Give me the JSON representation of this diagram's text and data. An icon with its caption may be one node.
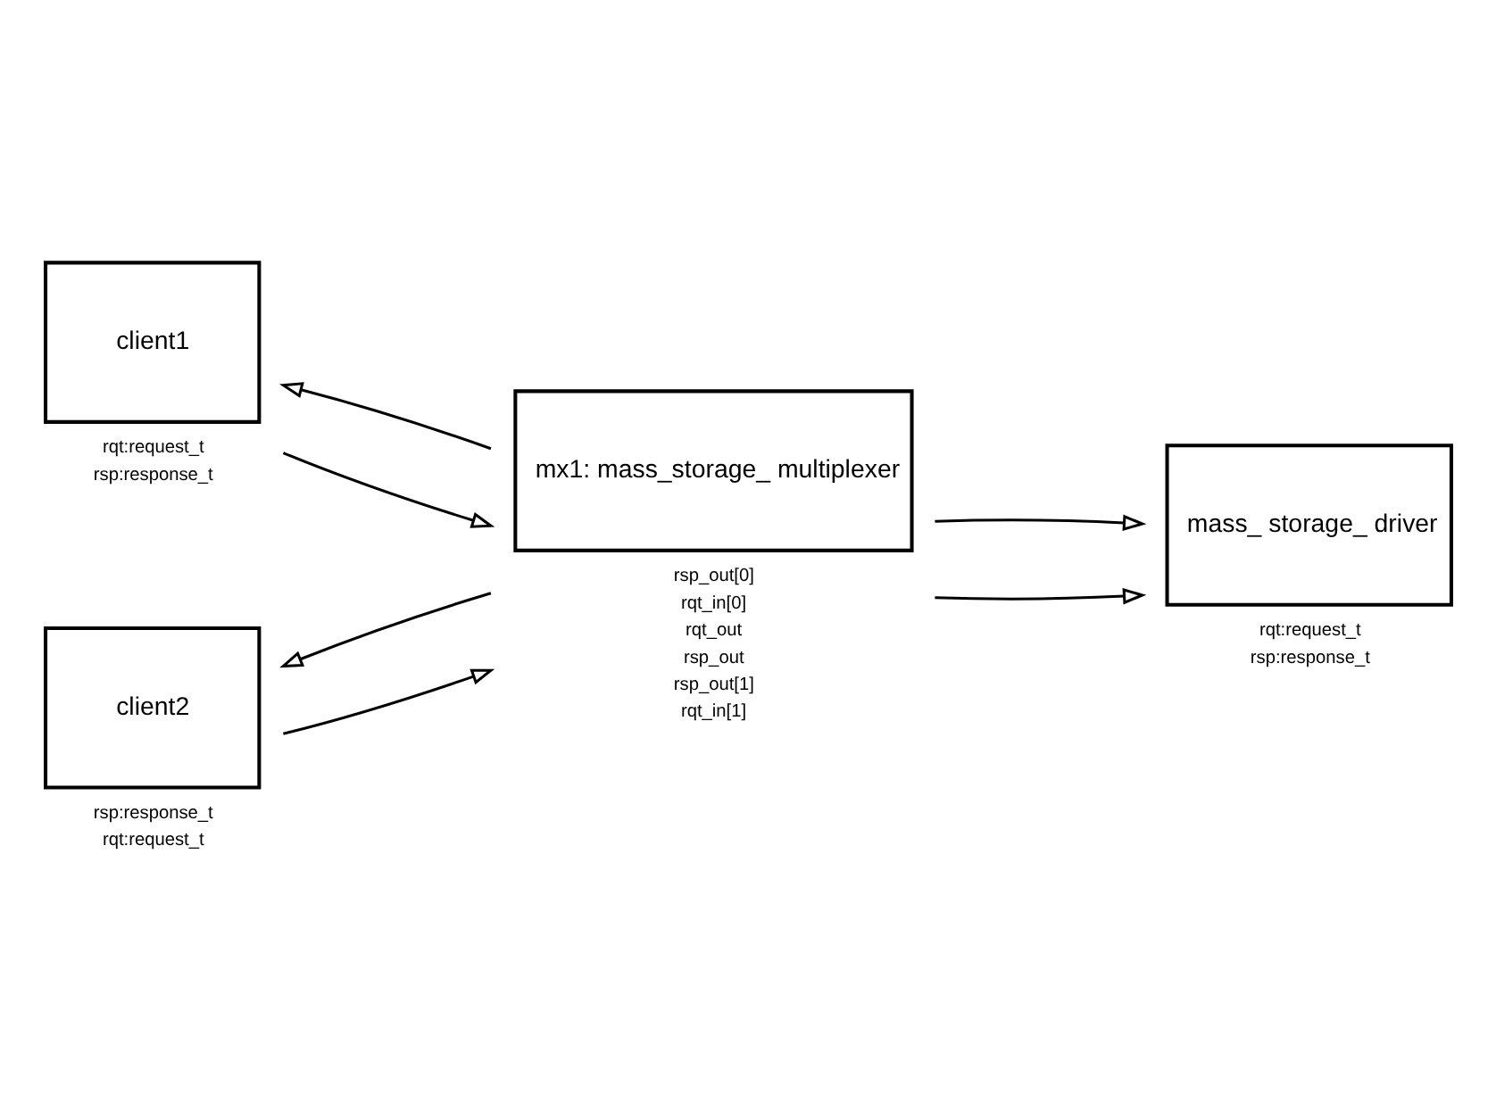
{
  "diagram": {
    "nodes": [
      {
        "text": [
          "client1"
        ],
        "beside": [
          "rqt:request_t",
          "rsp:response_t"
        ]
      },
      {
        "text": [
          "mx1: mass_storage_ multiplexer"
        ],
        "beside": [
          "rsp_out[0]",
          "rqt_in[0]",
          "rqt_out",
          "rsp_out",
          "rsp_out[1]",
          "rqt_in[1]"
        ]
      },
      {
        "text": [
          "mass_ storage_ driver"
        ],
        "beside": [
          "rqt:request_t",
          "rsp:response_t"
        ]
      },
      {
        "text": [
          "client2"
        ],
        "beside": [
          "rsp:response_t",
          "rqt:request_t"
        ]
      }
    ],
    "edges": [
      {
        "from": 0,
        "to": 1,
        "arrow": "to"
      },
      {
        "from": 1,
        "to": 0,
        "arrow": "to"
      },
      {
        "from": 1,
        "to": 2,
        "arrow": "to"
      },
      {
        "from": 1,
        "to": 2,
        "arrow": "to"
      },
      {
        "from": 1,
        "to": 3,
        "arrow": "to"
      },
      {
        "from": 3,
        "to": 1,
        "arrow": "to"
      }
    ]
  }
}
